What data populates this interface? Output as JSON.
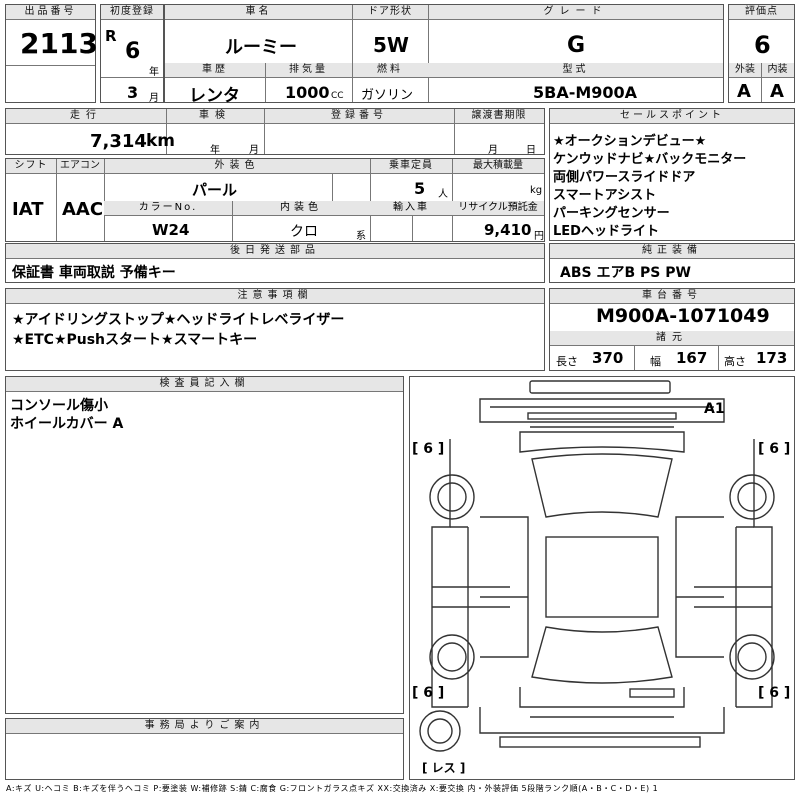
{
  "labels": {
    "lot_no": "出品番号",
    "first_reg": "初度登録",
    "car_name": "車名",
    "door": "ドア形状",
    "grade": "グレード",
    "score": "評価点",
    "history": "車歴",
    "displacement": "排気量",
    "fuel": "燃料",
    "model": "型式",
    "exterior": "外装",
    "interior": "内装",
    "mileage": "走行",
    "inspection": "車検",
    "reg_no": "登録番号",
    "transfer": "譲渡書期限",
    "sales_points": "セールスポイント",
    "shift": "シフト",
    "aircon": "エアコン",
    "ext_color": "外装色",
    "capacity": "乗車定員",
    "max_load": "最大積載量",
    "color_no": "カラーNo.",
    "int_color": "内装色",
    "import": "輸入車",
    "recycle": "リサイクル預託金",
    "later_items": "後日発送部品",
    "equipment": "純正装備",
    "caution": "注意事項欄",
    "chassis_no": "車台番号",
    "specs": "諸元",
    "length": "長さ",
    "width": "幅",
    "height": "高さ",
    "inspector": "検査員記入欄",
    "office": "事務局よりご案内",
    "era": "R",
    "year_unit": "年",
    "month_unit": "月",
    "cc": "CC",
    "km": "km",
    "year2": "年",
    "month2": "月",
    "month3": "月",
    "day3": "日",
    "persons": "人",
    "kg": "kg",
    "kei": "系",
    "yen": "円"
  },
  "lot_no": "2113",
  "first_reg_year": "6",
  "first_reg_month": "3",
  "car_name": "ルーミー",
  "door": "5W",
  "grade": "G",
  "score": "6",
  "history": "レンタ",
  "displacement": "1000",
  "fuel": "ガソリン",
  "model": "5BA-M900A",
  "exterior_score": "A",
  "interior_score": "A",
  "mileage": "7,314",
  "shift": "IAT",
  "aircon": "AAC",
  "ext_color": "パール",
  "capacity": "5",
  "color_no": "W24",
  "int_color": "クロ",
  "recycle": "9,410",
  "sales_points": [
    "★オークションデビュー★",
    "ケンウッドナビ★バックモニター",
    "両側パワースライドドア",
    "スマートアシスト",
    "パーキングセンサー",
    "LEDヘッドライト"
  ],
  "later_items": "保証書 車両取説 予備キー",
  "equipment": "ABS エアB PS PW",
  "caution": [
    "★アイドリングストップ★ヘッドライトレベライザー",
    "★ETC★Pushスタート★スマートキー"
  ],
  "chassis_no": "M900A-1071049",
  "length": "370",
  "width": "167",
  "height": "173",
  "inspector_notes": [
    "コンソール傷小",
    "ホイールカバー A"
  ],
  "diagram": {
    "mark_a1": "A1",
    "tire_fl": "[ 6 ]",
    "tire_fr": "[ 6 ]",
    "tire_rl": "[ 6 ]",
    "tire_rr": "[ 6 ]",
    "spare": "[ レス ]"
  },
  "legend": "A:キズ U:ヘコミ B:キズを伴うヘコミ P:要塗装 W:補修跡 S:錆 C:腐食 G:フロントガラス点キズ XX:交換済み X:要交換 内・外装評価 5段階ランク順(A・B・C・D・E) 1"
}
